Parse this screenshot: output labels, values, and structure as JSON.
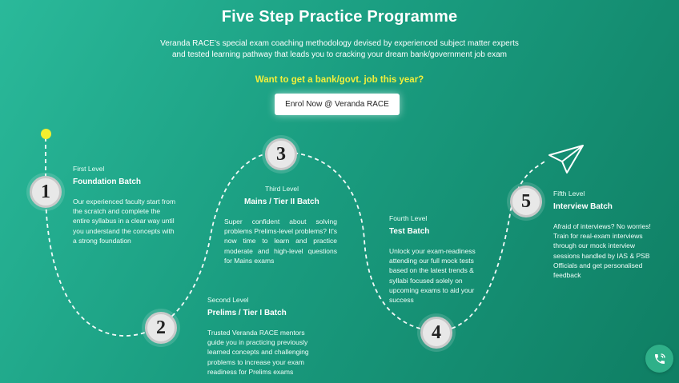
{
  "header": {
    "title": "Five Step Practice Programme",
    "subtitle_line1": "Veranda RACE's special exam coaching methodology devised by experienced subject matter experts",
    "subtitle_line2": "and tested learning pathway that leads you to cracking your dream bank/government job exam",
    "cta_question": "Want to get a bank/govt. job this year?",
    "cta_button": "Enrol Now @ Veranda RACE"
  },
  "steps": [
    {
      "number": "1",
      "level": "First Level",
      "title": "Foundation Batch",
      "description": "Our experienced faculty start from the scratch and complete the entire syllabus in a clear way until you understand the concepts with a strong foundation"
    },
    {
      "number": "2",
      "level": "Second Level",
      "title": "Prelims / Tier I Batch",
      "description": "Trusted Veranda RACE mentors guide you in practicing previously learned concepts and challenging problems to increase your exam readiness for Prelims exams"
    },
    {
      "number": "3",
      "level": "Third Level",
      "title": "Mains / Tier II Batch",
      "description": "Super confident about solving problems Prelims-level problems? It's now time to learn and practice moderate and high-level questions for Mains exams"
    },
    {
      "number": "4",
      "level": "Fourth Level",
      "title": "Test Batch",
      "description": "Unlock your exam-readiness attending our full mock tests based on the latest trends & syllabi focused solely on upcoming exams to aid your success"
    },
    {
      "number": "5",
      "level": "Fifth Level",
      "title": "Interview Batch",
      "description": "Afraid of interviews? No worries! Train for real-exam interviews through our mock interview sessions handled by IAS & PSB Officials and get personalised feedback"
    }
  ],
  "icons": {
    "start_marker": "start-dot-icon",
    "end_marker": "paper-plane-icon",
    "call": "phone-call-icon"
  },
  "colors": {
    "bg_start": "#2ab99a",
    "bg_end": "#0f7e63",
    "highlight": "#f2ef3b",
    "call_button": "#2fb089"
  }
}
